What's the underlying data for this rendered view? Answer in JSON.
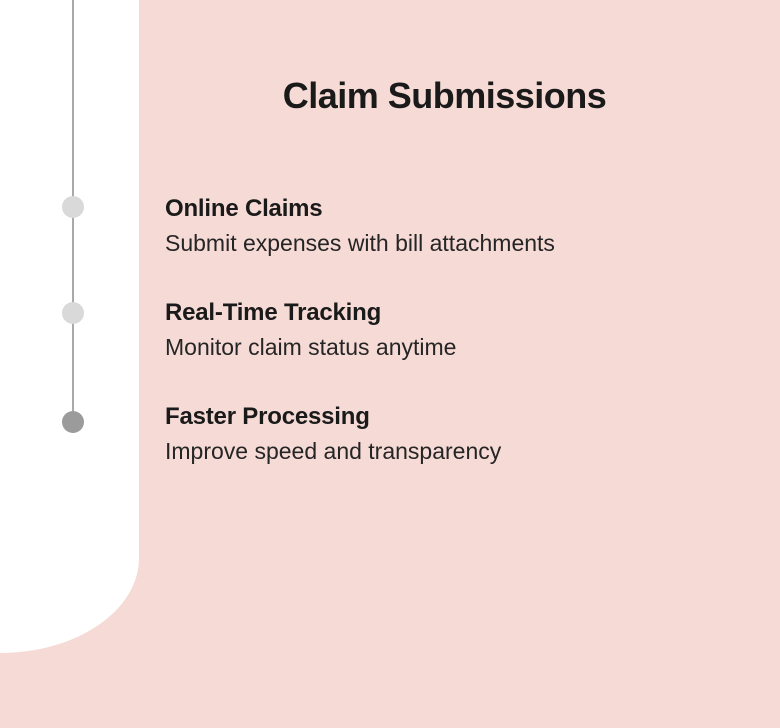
{
  "slide": {
    "title": "Claim Submissions",
    "colors": {
      "background": "#f6dad5",
      "panel": "#ffffff",
      "timeline_line": "#a9a9a9",
      "dot_inactive": "#d9d9d9",
      "dot_active": "#9b9b9b",
      "heading_text": "#1a1a1a",
      "body_text": "#252525"
    }
  },
  "timeline": {
    "items": [
      {
        "title": "Online Claims",
        "description": "Submit expenses with bill attachments",
        "dot_state": "inactive"
      },
      {
        "title": "Real-Time Tracking",
        "description": "Monitor claim status anytime",
        "dot_state": "inactive"
      },
      {
        "title": "Faster Processing",
        "description": "Improve speed and transparency",
        "dot_state": "active"
      }
    ]
  }
}
